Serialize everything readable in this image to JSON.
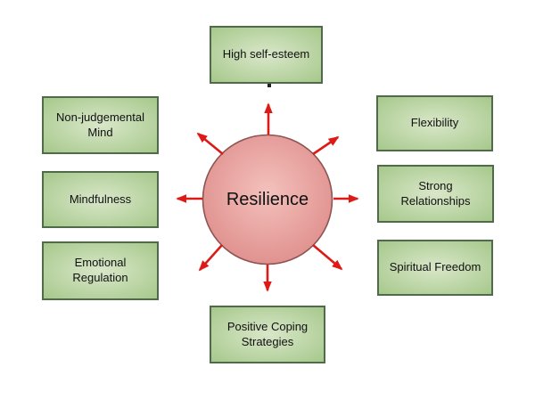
{
  "diagram": {
    "title": "Resilience mind map",
    "center": {
      "label": "Resilience"
    },
    "nodes": [
      {
        "id": "high-self-esteem",
        "label": "High self-esteem",
        "position": "top"
      },
      {
        "id": "non-judgemental-mind",
        "label": "Non-judgemental Mind",
        "position": "upper-left"
      },
      {
        "id": "mindfulness",
        "label": "Mindfulness",
        "position": "left"
      },
      {
        "id": "emotional-regulation",
        "label": "Emotional Regulation",
        "position": "lower-left"
      },
      {
        "id": "flexibility",
        "label": "Flexibility",
        "position": "upper-right"
      },
      {
        "id": "strong-relationships",
        "label": "Strong Relationships",
        "position": "right"
      },
      {
        "id": "spiritual-freedom",
        "label": "Spiritual Freedom",
        "position": "lower-right"
      },
      {
        "id": "positive-coping-strategies",
        "label": "Positive Coping Strategies",
        "position": "bottom"
      }
    ],
    "arrow_count": 8,
    "colors": {
      "box_fill_center": "#d9e7c9",
      "box_fill_edge": "#a6c88b",
      "box_border": "#4f6b4a",
      "circle_fill_center": "#f4c1bc",
      "circle_fill_edge": "#de8d8b",
      "circle_border": "#8d5451",
      "arrow": "#dd1a15",
      "text": "#111111"
    }
  }
}
